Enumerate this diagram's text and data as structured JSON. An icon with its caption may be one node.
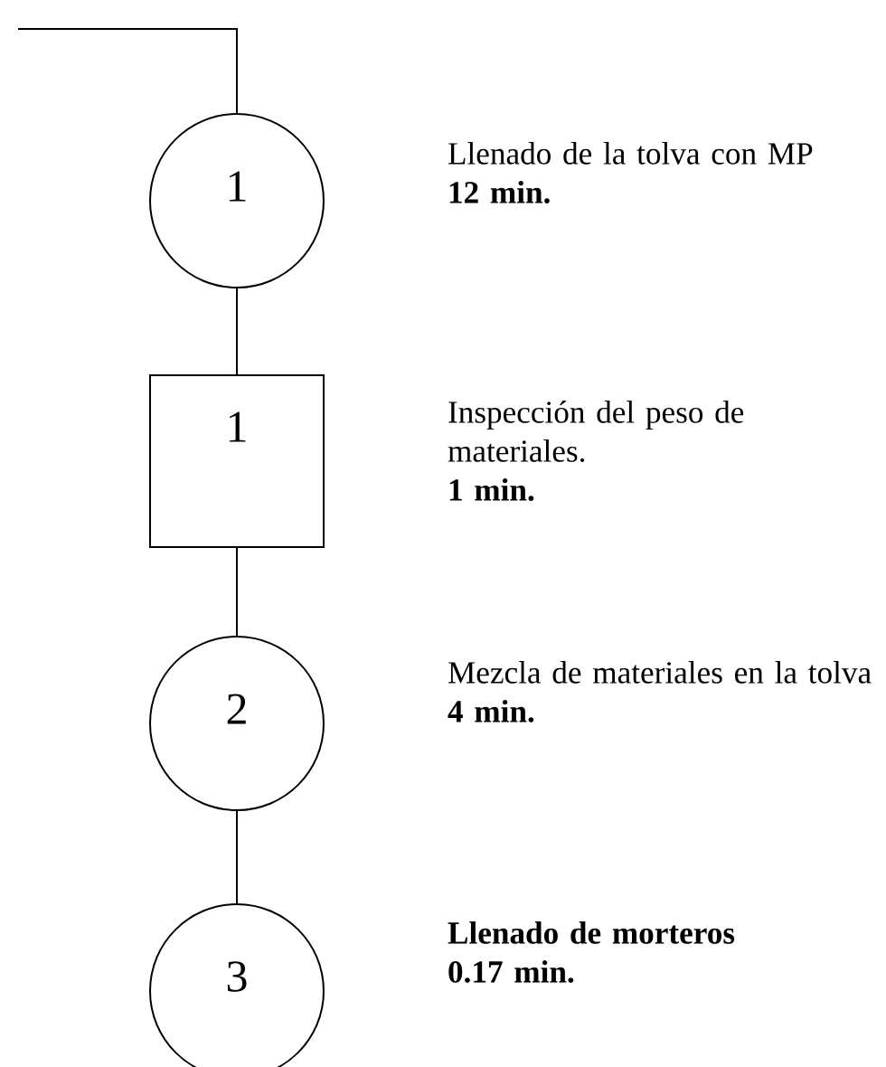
{
  "diagram": {
    "nodes": [
      {
        "text": [
          "1"
        ],
        "beside": [
          "Llenado de la tolva con MP",
          "12 min."
        ]
      },
      {
        "text": [
          "1"
        ],
        "beside": [
          "Inspección del peso de materiales.",
          "1 min."
        ]
      },
      {
        "text": [
          "2"
        ],
        "beside": [
          "Mezcla de materiales en la tolva",
          "4 min."
        ]
      },
      {
        "text": [
          "3"
        ],
        "beside": [
          "**Llenado de morteros**",
          "0.17 min."
        ]
      }
    ],
    "edges": [
      {
        "from": null,
        "to": 0,
        "arrow": "none"
      },
      {
        "from": 0,
        "to": 1,
        "arrow": "none"
      },
      {
        "from": 1,
        "to": 2,
        "arrow": "none"
      },
      {
        "from": 2,
        "to": 3,
        "arrow": "none"
      }
    ]
  }
}
